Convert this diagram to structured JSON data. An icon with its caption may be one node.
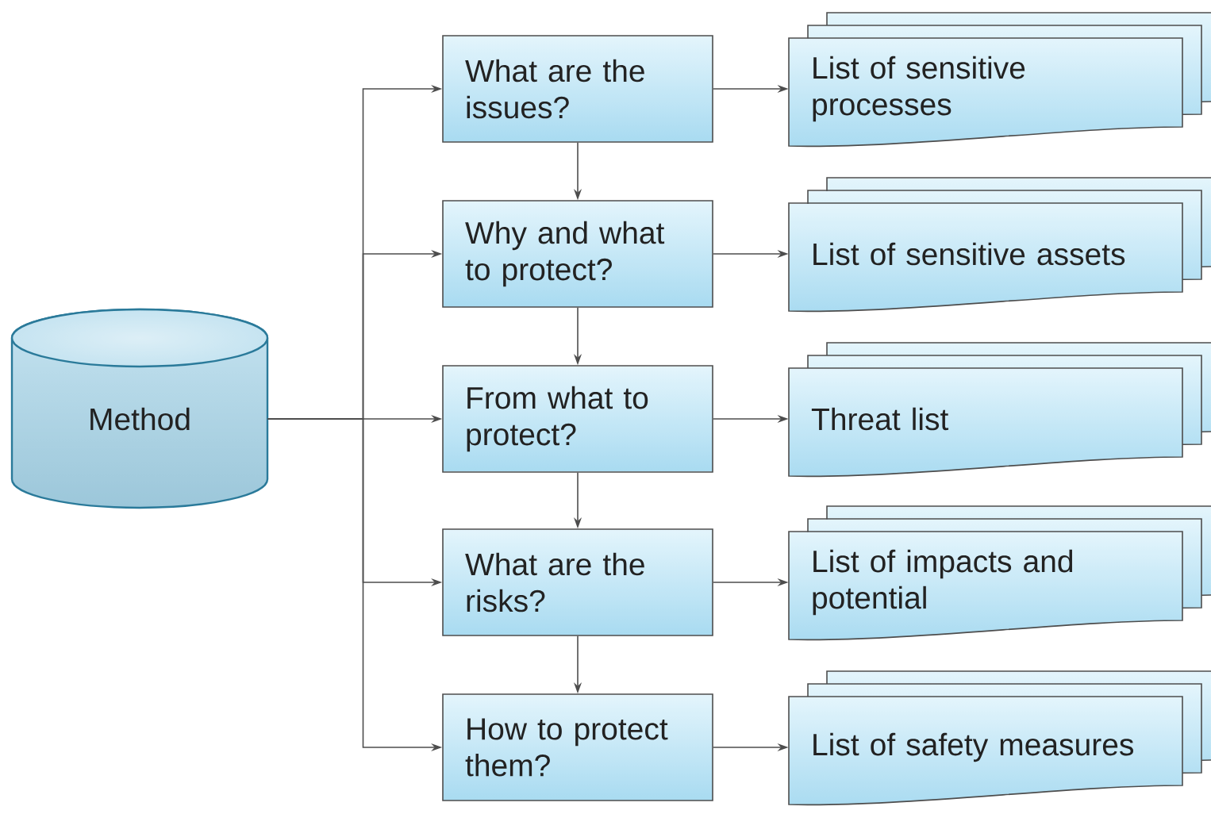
{
  "diagram": {
    "nodes": [
      {
        "text": [
          "Method"
        ]
      },
      {
        "text": [
          "What are the issues?"
        ]
      },
      {
        "text": [
          "Why and what to protect?"
        ]
      },
      {
        "text": [
          "From what to protect?"
        ]
      },
      {
        "text": [
          "What are the risks?"
        ]
      },
      {
        "text": [
          "How to protect them?"
        ]
      },
      {
        "text": [
          "List of sensitive processes"
        ]
      },
      {
        "text": [
          "List of sensitive assets"
        ]
      },
      {
        "text": [
          "Threat list"
        ]
      },
      {
        "text": [
          "List of impacts and potential"
        ]
      },
      {
        "text": [
          "List of safety measures"
        ]
      }
    ],
    "edges": [
      {
        "from": 0,
        "to": 1,
        "arrow": "to"
      },
      {
        "from": 0,
        "to": 2,
        "arrow": "to"
      },
      {
        "from": 0,
        "to": 3,
        "arrow": "to"
      },
      {
        "from": 0,
        "to": 4,
        "arrow": "to"
      },
      {
        "from": 0,
        "to": 5,
        "arrow": "to"
      },
      {
        "from": 1,
        "to": 2,
        "arrow": "to"
      },
      {
        "from": 2,
        "to": 3,
        "arrow": "to"
      },
      {
        "from": 3,
        "to": 4,
        "arrow": "to"
      },
      {
        "from": 4,
        "to": 5,
        "arrow": "to"
      },
      {
        "from": 1,
        "to": 6,
        "arrow": "to"
      },
      {
        "from": 2,
        "to": 7,
        "arrow": "to"
      },
      {
        "from": 3,
        "to": 8,
        "arrow": "to"
      },
      {
        "from": 4,
        "to": 9,
        "arrow": "to"
      },
      {
        "from": 5,
        "to": 10,
        "arrow": "to"
      }
    ]
  }
}
